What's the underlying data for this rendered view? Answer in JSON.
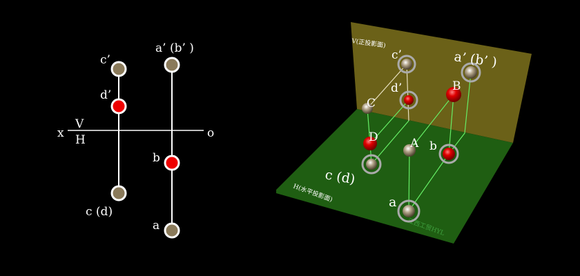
{
  "left_diagram": {
    "axis": {
      "x": "x",
      "o": "o",
      "v": "V",
      "h": "H"
    },
    "labels": {
      "c_prime": "c’",
      "d_prime": "d’",
      "a_prime_b_prime": "a’ (b’ )",
      "b": "b",
      "c_d": "c (d)",
      "a": "a"
    }
  },
  "right_diagram": {
    "v_plane_label": "V(正投影面)",
    "h_plane_label": "H(水平投影面)",
    "watermark": "江西工贸HYL",
    "labels": {
      "c_prime": "c’",
      "a_prime_b_prime": "a’ (b’ )",
      "d_prime": "d’",
      "B": "B",
      "C": "C",
      "D": "D",
      "A": "A",
      "b": "b",
      "c_d": "c (d)",
      "a": "a"
    }
  },
  "colors": {
    "v_plane": "#6b6118",
    "h_plane": "#1f5e12",
    "red_point": "#ee0000",
    "gray_point": "#8a7a5a",
    "projector": "#66ee66"
  }
}
